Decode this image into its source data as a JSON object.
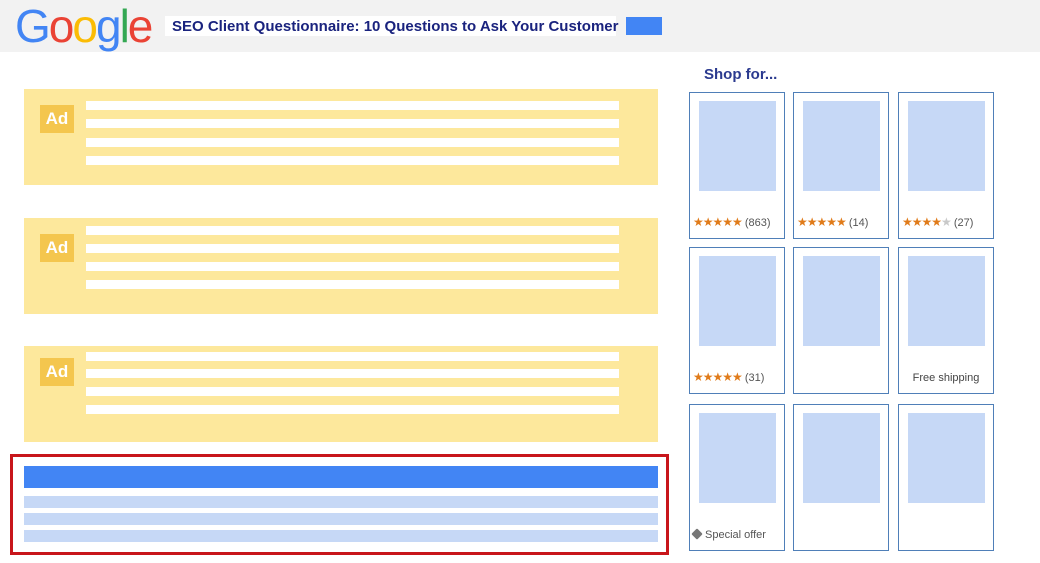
{
  "header": {
    "logo": [
      "G",
      "o",
      "o",
      "g",
      "l",
      "e"
    ],
    "logo_colors": [
      "#4285f4",
      "#ea4335",
      "#fbbc05",
      "#4285f4",
      "#34a853",
      "#ea4335"
    ],
    "query": "SEO Client Questionnaire: 10 Questions to Ask Your Customer"
  },
  "ads": [
    {
      "badge": "Ad"
    },
    {
      "badge": "Ad"
    },
    {
      "badge": "Ad"
    }
  ],
  "shopping": {
    "title": "Shop for...",
    "cards": [
      {
        "stars": "★★★★★",
        "count": "(863)"
      },
      {
        "stars": "★★★★★",
        "count": "(14)"
      },
      {
        "stars": "★★★★",
        "stars_off": "★",
        "count": "(27)"
      },
      {
        "stars": "★★★★★",
        "count": "(31)"
      },
      {},
      {
        "text": "Free shipping"
      },
      {
        "text": "Special offer",
        "icon": "tag-icon"
      },
      {},
      {}
    ]
  },
  "colors": {
    "ad_background": "#fde89c",
    "ad_badge": "#f4c64e",
    "result_title": "#4285f4",
    "result_lines": "#c6d8f6",
    "highlight_border": "#c8161b"
  }
}
